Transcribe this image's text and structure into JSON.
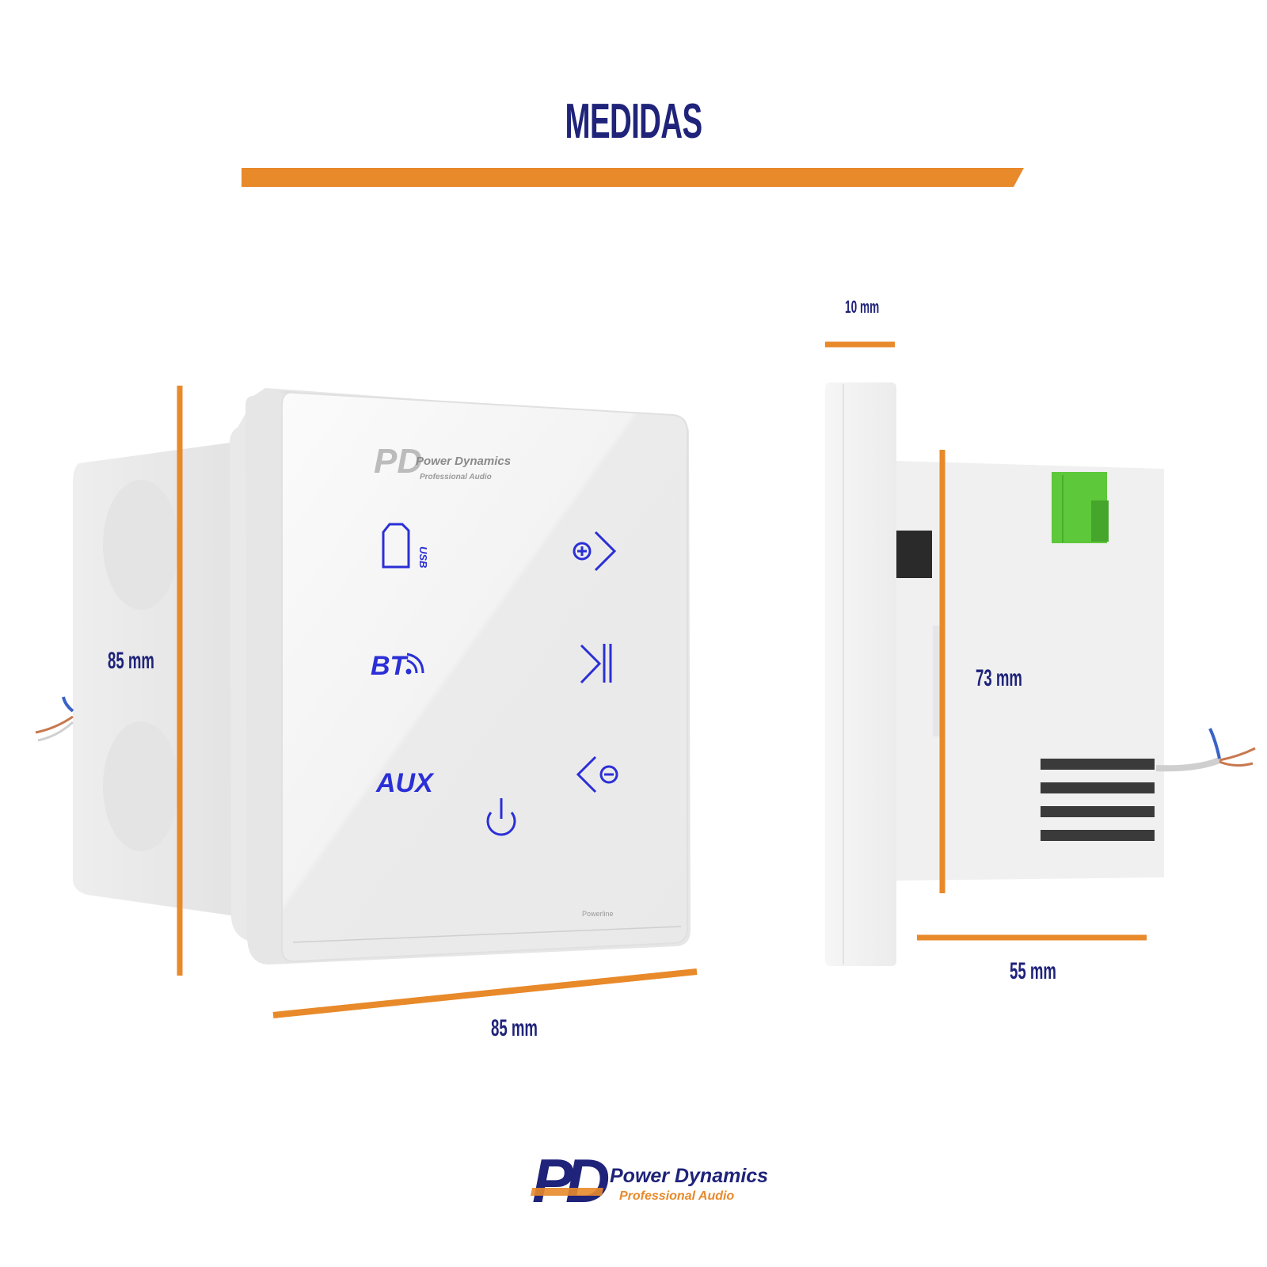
{
  "title": "MEDIDAS",
  "dimensions": {
    "front_height": "85 mm",
    "front_width": "85 mm",
    "side_depth_plate": "10 mm",
    "side_height": "73 mm",
    "side_depth": "55 mm"
  },
  "panel": {
    "brand_name": "Power Dynamics",
    "brand_sub": "Professional Audio",
    "usb_label": "USB",
    "bt_label": "BT",
    "aux_label": "AUX",
    "series": "Powerline"
  },
  "logo": {
    "monogram": "PD",
    "name": "Power Dynamics",
    "tagline": "Professional Audio"
  },
  "colors": {
    "accent": "#e8892a",
    "navy": "#1f237a",
    "key_blue": "#2b2fd6",
    "terminal_green": "#5cc83a"
  },
  "icons": [
    "usb-card-icon",
    "bluetooth-icon",
    "aux-icon",
    "power-icon",
    "next-volume-up-icon",
    "play-pause-icon",
    "prev-volume-down-icon"
  ]
}
